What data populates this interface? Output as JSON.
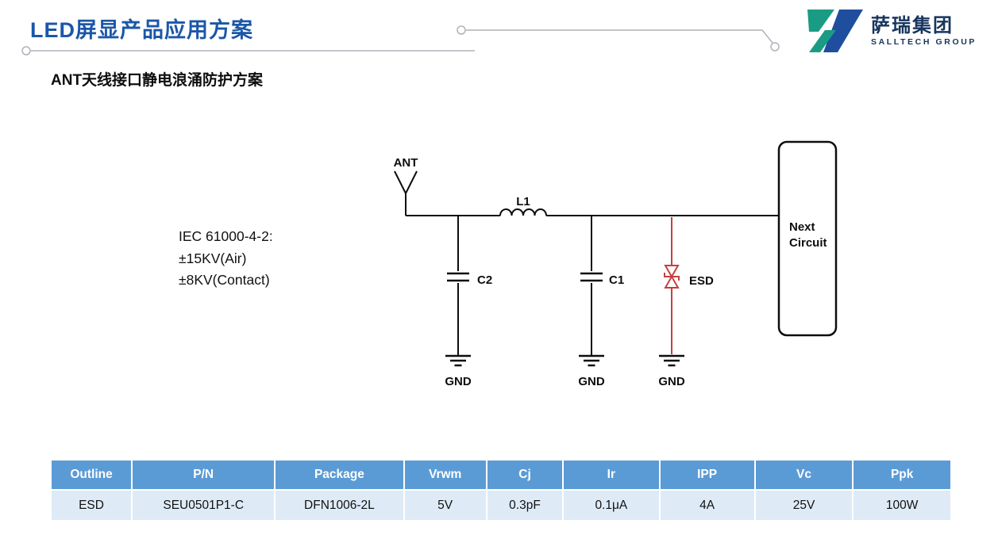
{
  "header": {
    "title": "LED屏显产品应用方案",
    "logo": {
      "name": "萨瑞集团",
      "subtitle": "SALLTECH GROUP"
    }
  },
  "section": {
    "subtitle": "ANT天线接口静电浪涌防护方案"
  },
  "diagram": {
    "ant_label": "ANT",
    "inductor_label": "L1",
    "cap2_label": "C2",
    "cap1_label": "C1",
    "esd_label": "ESD",
    "gnd_label": "GND",
    "next_circuit_line1": "Next",
    "next_circuit_line2": "Circuit",
    "iec_line1": "IEC 61000-4-2:",
    "iec_line2": "±15KV(Air)",
    "iec_line3": "±8KV(Contact)"
  },
  "table": {
    "headers": [
      "Outline",
      "P/N",
      "Package",
      "Vrwm",
      "Cj",
      "Ir",
      "IPP",
      "Vc",
      "Ppk"
    ],
    "rows": [
      [
        "ESD",
        "SEU0501P1-C",
        "DFN1006-2L",
        "5V",
        "0.3pF",
        "0.1μA",
        "4A",
        "25V",
        "100W"
      ]
    ]
  },
  "colors": {
    "title_blue": "#1B57A8",
    "table_header_bg": "#5B9BD5",
    "table_row_bg": "#DEEBF7",
    "esd_red": "#C5403E",
    "logo_teal": "#1A9B84",
    "logo_blue": "#1F4E9E",
    "deco_gray": "#ADB3B9"
  }
}
